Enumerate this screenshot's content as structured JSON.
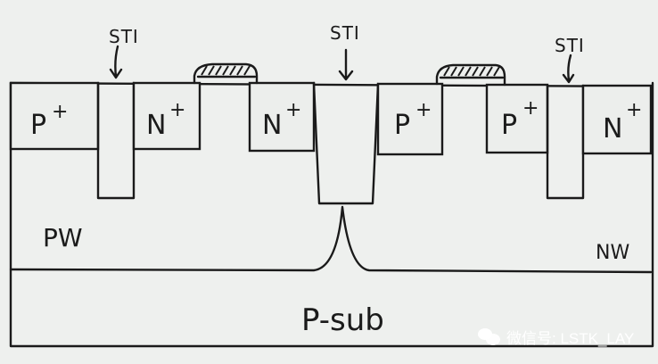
{
  "labels": {
    "sti_left": "STI",
    "sti_center": "STI",
    "sti_right": "STI",
    "p_plus_1": "P",
    "n_plus_1": "N",
    "n_plus_2": "N",
    "p_plus_2": "P",
    "p_plus_3": "P",
    "n_plus_3": "N",
    "plus": "+",
    "pw": "PW",
    "nw": "NW",
    "p_sub": "P-sub"
  },
  "watermark": {
    "text": "微信号: LSTK_LAY"
  },
  "colors": {
    "background": "#eef0ee",
    "ink": "#1a1a1a",
    "watermark": "#ffffff"
  },
  "icons": {
    "watermark_icon": "wechat-icon",
    "pointer": "hand-drawn-arrow"
  }
}
